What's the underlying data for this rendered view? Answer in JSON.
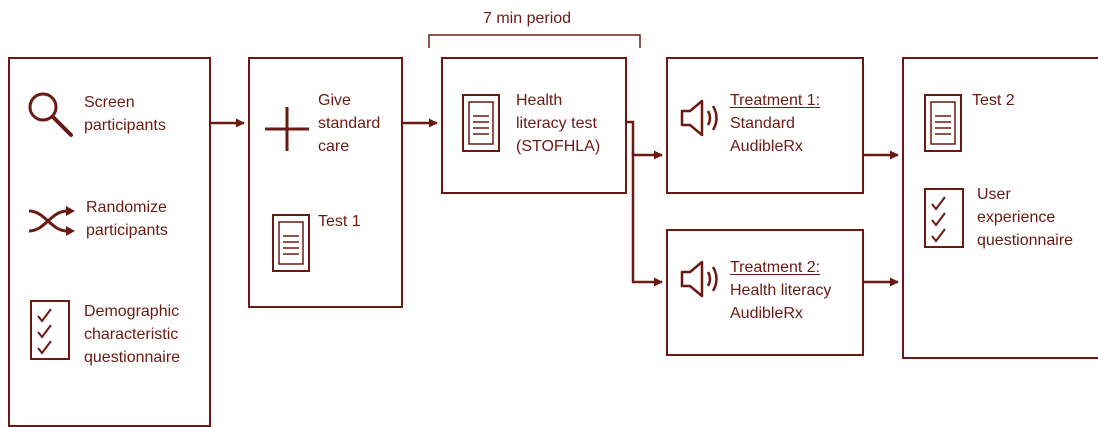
{
  "period": {
    "label": "7 min period"
  },
  "steps": {
    "screen": {
      "line1": "Screen",
      "line2": "participants"
    },
    "randomize": {
      "line1": "Randomize",
      "line2": "participants"
    },
    "demographic": {
      "line1": "Demographic",
      "line2": "characteristic",
      "line3": "questionnaire"
    },
    "standard_care": {
      "line1": "Give",
      "line2": "standard",
      "line3": "care"
    },
    "test1": {
      "label": "Test 1"
    },
    "literacy_test": {
      "line1": "Health",
      "line2": "literacy test",
      "line3": "(STOFHLA)"
    },
    "treatment1": {
      "title": "Treatment 1:",
      "line1": "Standard",
      "line2": "AudibleRx"
    },
    "treatment2": {
      "title": "Treatment 2:",
      "line1": "Health literacy",
      "line2": "AudibleRx"
    },
    "test2": {
      "label": "Test 2"
    },
    "ux_questionnaire": {
      "line1": "User",
      "line2": "experience",
      "line3": "questionnaire"
    }
  },
  "colors": {
    "accent": "#6b1a13"
  },
  "icons": [
    "search-icon",
    "shuffle-icon",
    "checklist-icon",
    "plus-icon",
    "document-icon",
    "speaker-icon"
  ]
}
